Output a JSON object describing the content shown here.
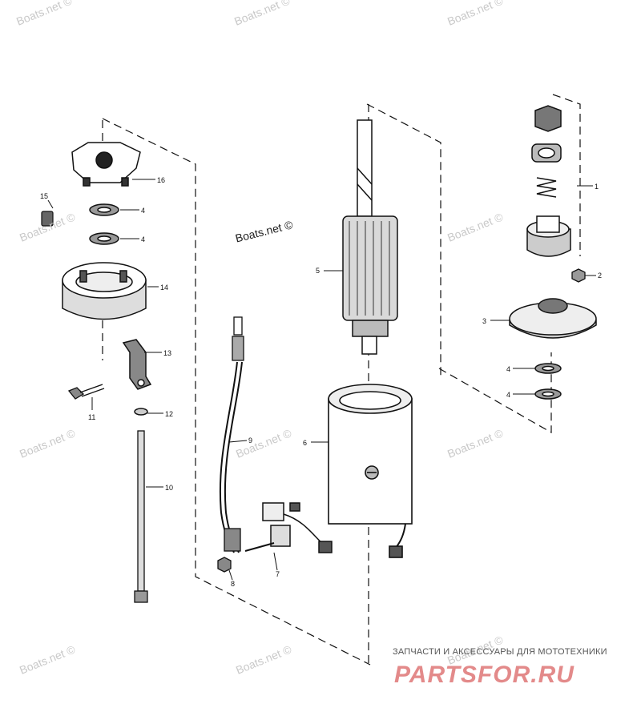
{
  "watermark": "Boats.net ©",
  "callouts": {
    "c1": "1",
    "c2": "2",
    "c3": "3",
    "c4a": "4",
    "c4b": "4",
    "c4c": "4",
    "c4d": "4",
    "c5": "5",
    "c6": "6",
    "c7": "7",
    "c8": "8",
    "c9": "9",
    "c10": "10",
    "c11": "11",
    "c12": "12",
    "c13": "13",
    "c14": "14",
    "c15": "15",
    "c16": "16"
  },
  "brand": {
    "tagline": "ЗАПЧАСТИ И АКСЕССУАРЫ ДЛЯ МОТОТЕХНИКИ",
    "logo": "PARTSFOR.RU",
    "logo_color": "#e38a8a"
  },
  "colors": {
    "line": "#111111",
    "watermark": "#c9c9c9"
  }
}
